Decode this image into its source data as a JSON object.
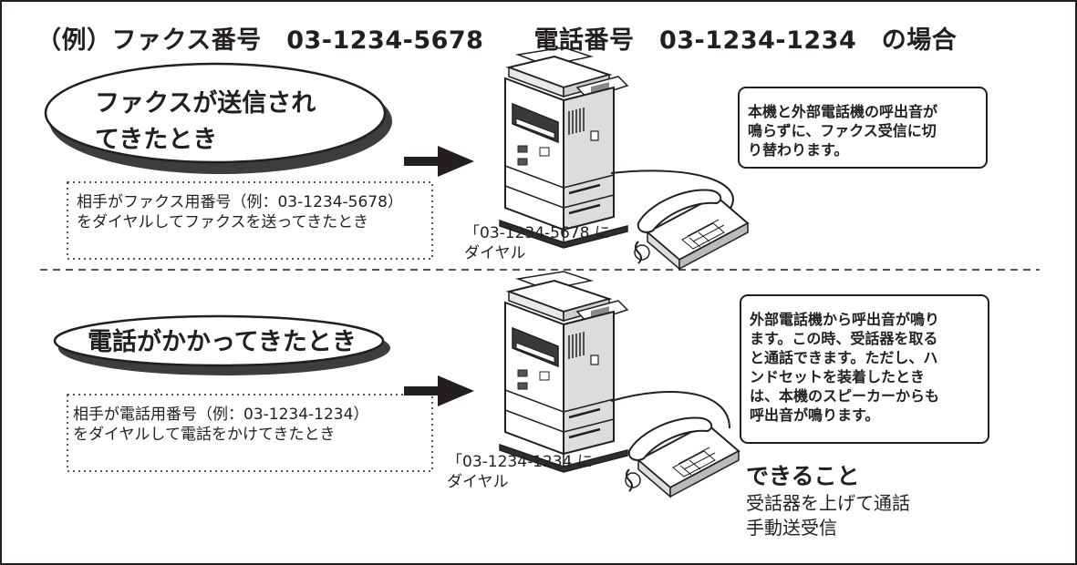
{
  "title": "（例）ファクス番号　03-1234-5678　　電話番号　03-1234-1234　の場合",
  "fax_case": {
    "bubble_line1": "ファクスが送信され",
    "bubble_line2": "てきたとき",
    "condition_line1": "相手がファクス用番号（例：03-1234-5678）",
    "condition_line2": "をダイヤルしてファクスを送ってきたとき",
    "dial_line1": "「03-1234-5678 に",
    "dial_line2": "ダイヤル",
    "note_line1": "本機と外部電話機の呼出音が",
    "note_line2": "鳴らずに、ファクス受信に切",
    "note_line3": "り替わります。"
  },
  "phone_case": {
    "bubble": "電話がかかってきたとき",
    "condition_line1": "相手が電話用番号（例：03-1234-1234）",
    "condition_line2": "をダイヤルして電話をかけてきたとき",
    "dial_line1": "「03-1234-1234 に",
    "dial_line2": "ダイヤル",
    "note_line1": "外部電話機から呼出音が鳴り",
    "note_line2": "ます。この時、受話器を取る",
    "note_line3": "と通話できます。ただし、ハ",
    "note_line4": "ンドセットを装着したとき",
    "note_line5": "は、本機のスピーカーからも",
    "note_line6": "呼出音が鳴ります。",
    "can_title": "できること",
    "can_items": [
      "受話器を上げて通話",
      "手動送受信"
    ]
  },
  "icons": [
    "fax-machine-icon",
    "telephone-icon",
    "arrow-right-icon"
  ]
}
